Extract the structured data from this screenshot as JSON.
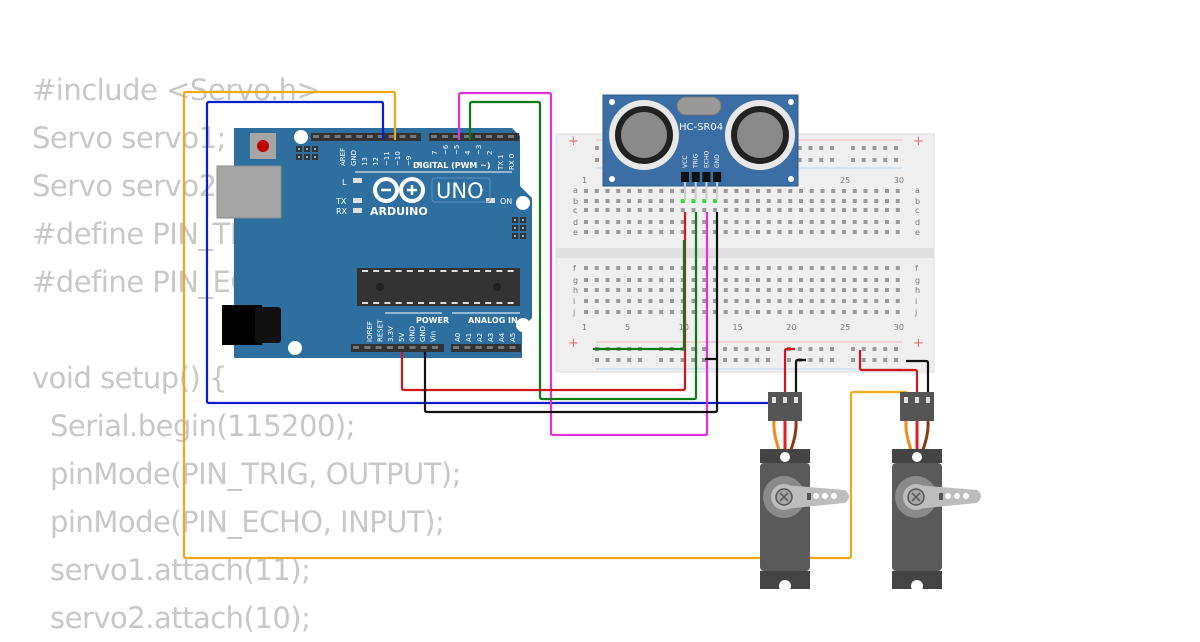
{
  "code_lines": [
    {
      "text": "#include <Servo.h>",
      "indent": false
    },
    {
      "text": "Servo servo1;",
      "indent": false
    },
    {
      "text": "Servo servo2;",
      "indent": false
    },
    {
      "text": "#define PIN_TRIG",
      "indent": false
    },
    {
      "text": "#define PIN_ECHO",
      "indent": false
    },
    {
      "text": "",
      "indent": false
    },
    {
      "text": "void setup() {",
      "indent": false
    },
    {
      "text": "Serial.begin(115200);",
      "indent": true
    },
    {
      "text": "pinMode(PIN_TRIG, OUTPUT);",
      "indent": true
    },
    {
      "text": "pinMode(PIN_ECHO, INPUT);",
      "indent": true
    },
    {
      "text": "servo1.attach(11);",
      "indent": true
    },
    {
      "text": "servo2.attach(10);",
      "indent": true
    }
  ],
  "arduino": {
    "brand": "ARDUINO",
    "model": "UNO",
    "digital_label": "DIGITAL (PWM ~)",
    "power_label": "POWER",
    "analog_label": "ANALOG IN",
    "led_l": "L",
    "led_tx": "TX",
    "led_rx": "RX",
    "led_on": "ON",
    "digital_pins_left": [
      "AREF",
      "GND",
      "13",
      "12",
      "~11",
      "~10",
      "~9",
      "8"
    ],
    "digital_pins_right": [
      "7",
      "~6",
      "~5",
      "4",
      "~3",
      "2",
      "TX 1",
      "RX 0"
    ],
    "power_pins": [
      "IOREF",
      "RESET",
      "3.3V",
      "5V",
      "GND",
      "GND",
      "Vin"
    ],
    "analog_pins": [
      "A0",
      "A1",
      "A2",
      "A3",
      "A4",
      "A5"
    ],
    "colors": {
      "board": "#2e6fa0",
      "text": "#ffffff"
    }
  },
  "sensor": {
    "name": "HC-SR04",
    "pins": [
      "VCC",
      "TRIG",
      "ECHO",
      "GND"
    ],
    "colors": {
      "board": "#3a6ea5"
    }
  },
  "breadboard": {
    "column_labels": [
      "1",
      "5",
      "10",
      "15",
      "20",
      "25",
      "30"
    ],
    "row_labels_top": [
      "a",
      "b",
      "c",
      "d",
      "e"
    ],
    "row_labels_bottom": [
      "f",
      "g",
      "h",
      "i",
      "j"
    ],
    "rail_plus": "+",
    "rail_minus": "-"
  },
  "servos": [
    {
      "name": "servo1",
      "signal_pin": "11"
    },
    {
      "name": "servo2",
      "signal_pin": "10"
    }
  ],
  "wire_colors": {
    "orange": "#f0a818",
    "blue": "#0a1ecc",
    "magenta": "#e030e0",
    "green": "#0a7a12",
    "red": "#d01818",
    "black": "#111111"
  }
}
